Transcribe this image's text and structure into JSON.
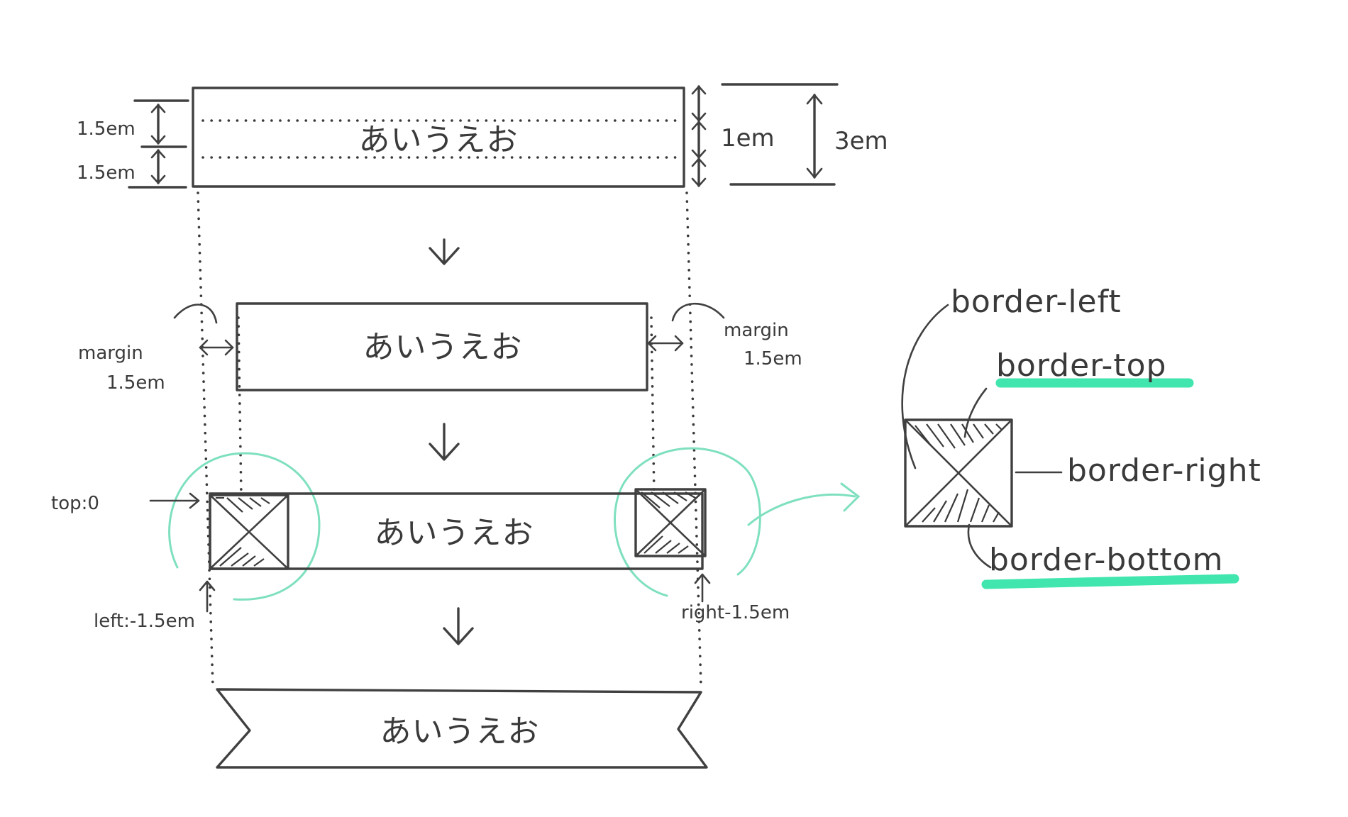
{
  "box_text": "あいうえお",
  "step1": {
    "padding_top_label": "1.5em",
    "padding_bottom_label": "1.5em",
    "line_height_label": "1em",
    "total_height_label": "3em"
  },
  "step2": {
    "margin_left_line1": "margin",
    "margin_left_line2": "1.5em",
    "margin_right_line1": "margin",
    "margin_right_line2": "1.5em"
  },
  "step3": {
    "top_label": "top:0",
    "left_label": "left:-1.5em",
    "right_label": "right-1.5em"
  },
  "border_detail": {
    "border_left": "border-left",
    "border_top": "border-top",
    "border_right": "border-right",
    "border_bottom": "border-bottom"
  },
  "colors": {
    "ink": "#404040",
    "highlight": "#2de3a6",
    "circle": "#7fe0c0"
  }
}
